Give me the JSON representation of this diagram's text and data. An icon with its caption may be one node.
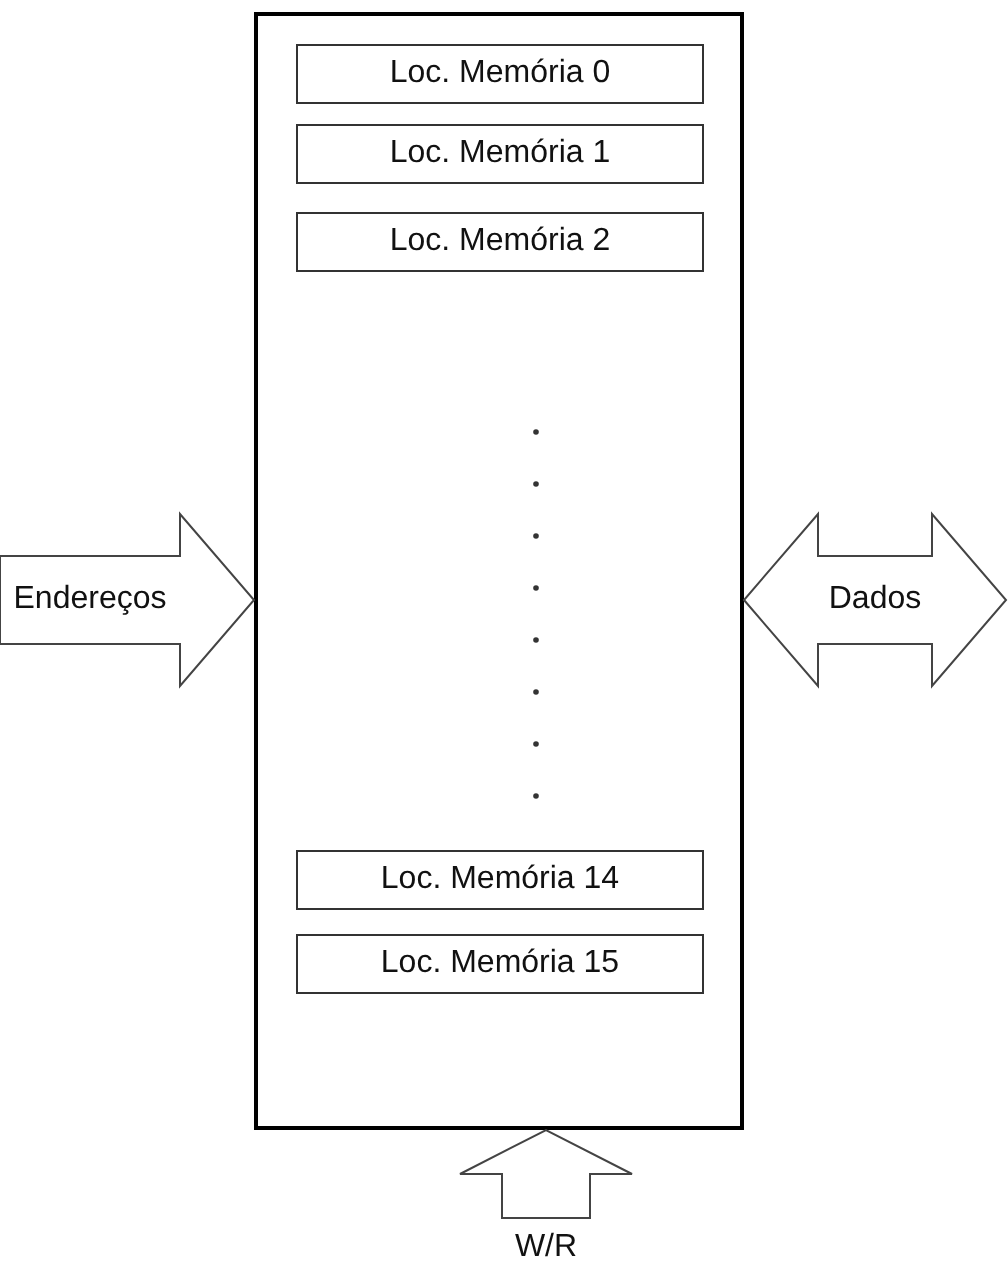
{
  "diagram": {
    "nodes": [
      {
        "text": [],
        "shape": "box"
      },
      {
        "text": [
          "Loc. Memória 0"
        ],
        "in": 0
      },
      {
        "text": [
          "Loc. Memória 1"
        ],
        "in": 0
      },
      {
        "text": [
          "Loc. Memória 2"
        ],
        "in": 0
      },
      {
        "text": [
          "Loc. Memória 14"
        ],
        "in": 0
      },
      {
        "text": [
          "Loc. Memória 15"
        ],
        "in": 0
      },
      {
        "text": [
          "W/R"
        ]
      }
    ],
    "edges": [
      {
        "from": null,
        "to": 0,
        "arrow": "to",
        "label": "Endereços"
      },
      {
        "from": 0,
        "to": null,
        "arrow": "both",
        "label": "Dados"
      },
      {
        "from": 6,
        "to": 0,
        "arrow": "to"
      }
    ]
  }
}
